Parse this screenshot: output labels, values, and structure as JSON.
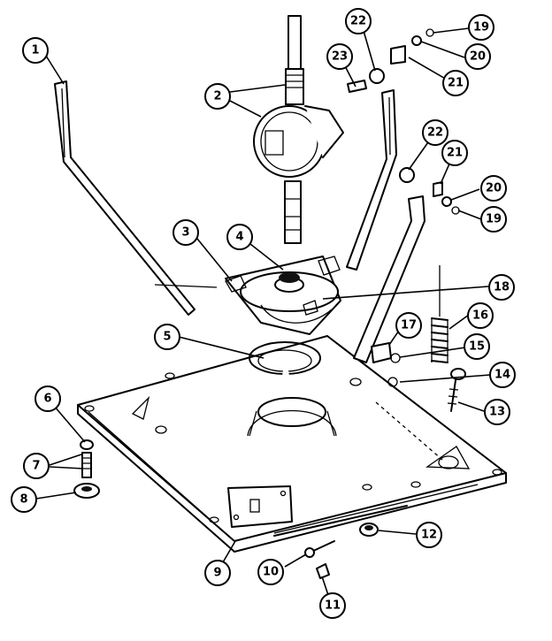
{
  "callouts": [
    {
      "id": "c1",
      "label": "1"
    },
    {
      "id": "c2",
      "label": "2"
    },
    {
      "id": "c3",
      "label": "3"
    },
    {
      "id": "c4",
      "label": "4"
    },
    {
      "id": "c5",
      "label": "5"
    },
    {
      "id": "c6",
      "label": "6"
    },
    {
      "id": "c7",
      "label": "7"
    },
    {
      "id": "c8",
      "label": "8"
    },
    {
      "id": "c9",
      "label": "9"
    },
    {
      "id": "c10",
      "label": "10"
    },
    {
      "id": "c11",
      "label": "11"
    },
    {
      "id": "c12",
      "label": "12"
    },
    {
      "id": "c13",
      "label": "13"
    },
    {
      "id": "c14",
      "label": "14"
    },
    {
      "id": "c15",
      "label": "15"
    },
    {
      "id": "c16",
      "label": "16"
    },
    {
      "id": "c17",
      "label": "17"
    },
    {
      "id": "c18",
      "label": "18"
    },
    {
      "id": "c19a",
      "label": "19"
    },
    {
      "id": "c20a",
      "label": "20"
    },
    {
      "id": "c21a",
      "label": "21"
    },
    {
      "id": "c22a",
      "label": "22"
    },
    {
      "id": "c23",
      "label": "23"
    },
    {
      "id": "c22b",
      "label": "22"
    },
    {
      "id": "c21b",
      "label": "21"
    },
    {
      "id": "c20b",
      "label": "20"
    },
    {
      "id": "c19b",
      "label": "19"
    }
  ]
}
